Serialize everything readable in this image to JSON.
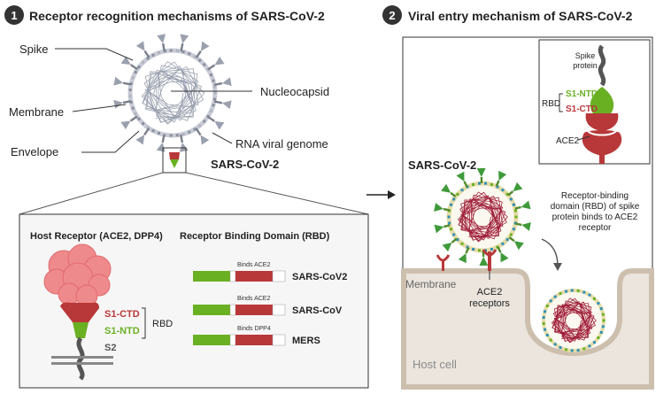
{
  "panel1": {
    "number": "1",
    "title": "Receptor recognition mechanisms of SARS-CoV-2",
    "virus_labels": {
      "spike": "Spike",
      "membrane": "Membrane",
      "envelope": "Envelope",
      "nucleocapsid": "Nucleocapsid",
      "rna": "RNA viral genome",
      "name": "SARS-CoV-2"
    },
    "host_receptor": {
      "title": "Host Receptor (ACE2, DPP4)",
      "s1_ctd": "S1-CTD",
      "s1_ntd": "S1-NTD",
      "rbd": "RBD",
      "s2": "S2"
    },
    "rbd_panel": {
      "title": "Receptor Binding Domain (RBD)",
      "rows": [
        {
          "binds": "Binds ACE2",
          "virus": "SARS-CoV2"
        },
        {
          "binds": "Binds ACE2",
          "virus": "SARS-CoV"
        },
        {
          "binds": "Binds DPP4",
          "virus": "MERS"
        }
      ]
    }
  },
  "panel2": {
    "number": "2",
    "title": "Viral entry mechanism of SARS-CoV-2",
    "virus_name": "SARS-CoV-2",
    "inset": {
      "spike_protein_line1": "Spike",
      "spike_protein_line2": "protein",
      "rbd": "RBD",
      "s1_ntd": "S1-NTD",
      "s1_ctd": "S1-CTD",
      "ace2": "ACE2"
    },
    "description_lines": [
      "Receptor-binding",
      "domain (RBD) of spike",
      "protein binds to ACE2",
      "receptor"
    ],
    "membrane": "Membrane",
    "ace2_receptors_line1": "ACE2",
    "ace2_receptors_line2": "receptors",
    "host_cell": "Host cell"
  },
  "colors": {
    "green": "#6ab023",
    "red": "#b8383a",
    "pink": "#e8767a",
    "dark": "#333333"
  }
}
